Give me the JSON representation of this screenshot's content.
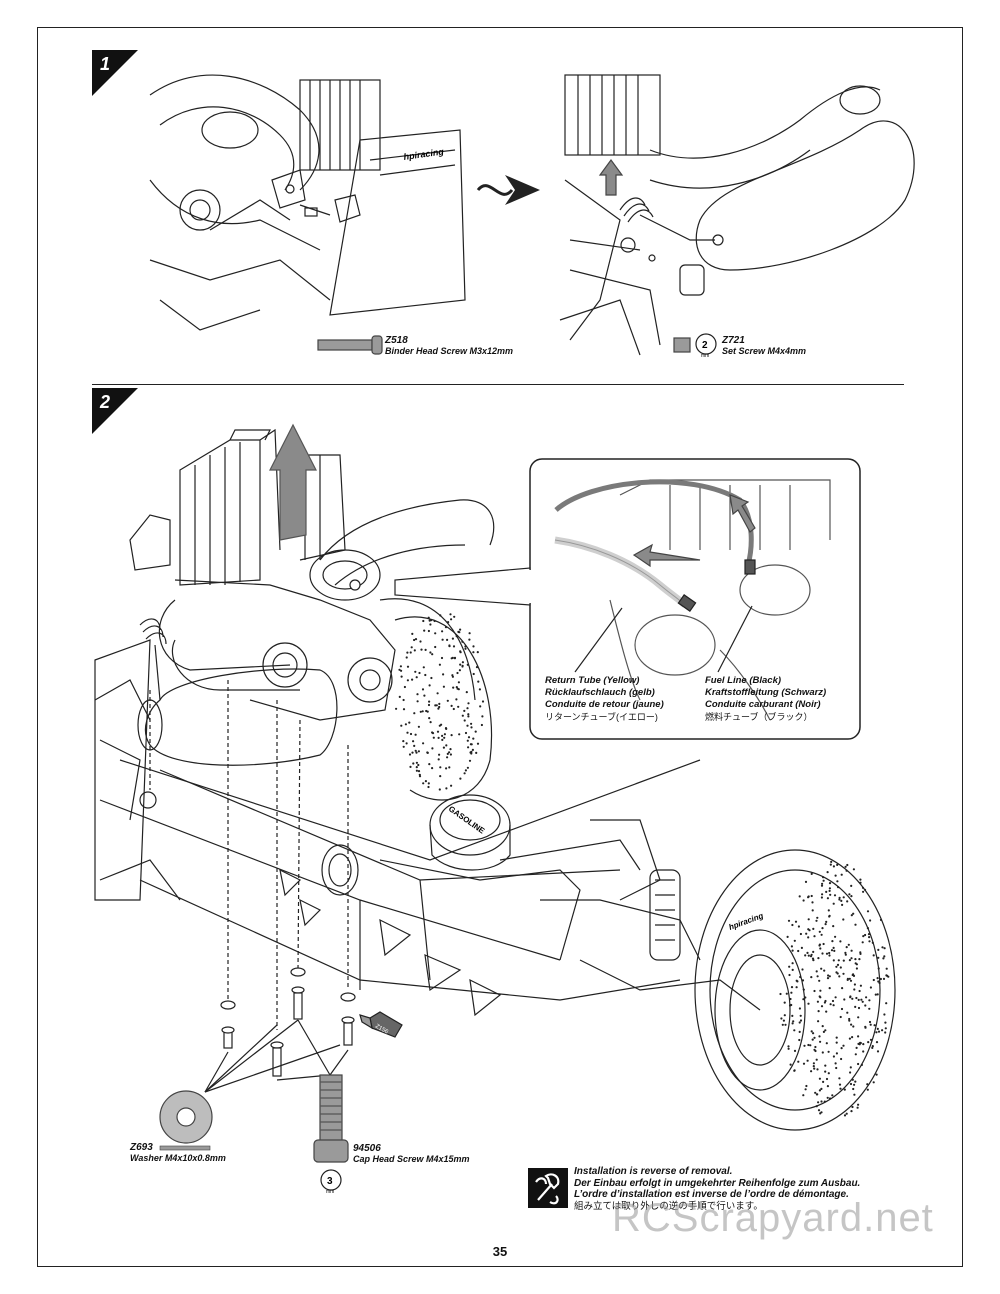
{
  "steps": [
    {
      "number": "1"
    },
    {
      "number": "2"
    }
  ],
  "parts": {
    "z518": {
      "code": "Z518",
      "name": "Binder Head Screw M3x12mm"
    },
    "z721": {
      "code": "Z721",
      "name": "Set Screw M4x4mm",
      "tool": "2",
      "tool_unit": "mm"
    },
    "z693": {
      "code": "Z693",
      "name": "Washer M4x10x0.8mm"
    },
    "p94506": {
      "code": "94506",
      "name": "Cap Head Screw M4x15mm",
      "tool": "3",
      "tool_unit": "mm"
    }
  },
  "callout": {
    "return_tube": {
      "en": "Return Tube (Yellow)",
      "de": "Rücklaufschlauch (gelb)",
      "fr": "Conduite de retour (jaune)",
      "ja": "リターンチューブ(イエロー)"
    },
    "fuel_line": {
      "en": "Fuel Line (Black)",
      "de": "Kraftstoffleitung (Schwarz)",
      "fr": "Conduite carburant (Noir)",
      "ja": "燃料チューブ（ブラック）"
    }
  },
  "note": {
    "en": "Installation is reverse of removal.",
    "de": "Der Einbau erfolgt in umgekehrter Reihenfolge zum Ausbau.",
    "fr": "L’ordre d’installation est inverse de l’ordre de démontage.",
    "ja": "組み立ては取り外しの逆の手順で行います。"
  },
  "decals": {
    "cap_text": "GASOLINE",
    "brand": "hpiracing",
    "tool_tag": "Z156"
  },
  "page_number": "35",
  "watermark": "RCScrapyard.net",
  "colors": {
    "line": "#222222",
    "arrow": "#8a8a8a",
    "shade": "#bdbdbd"
  }
}
